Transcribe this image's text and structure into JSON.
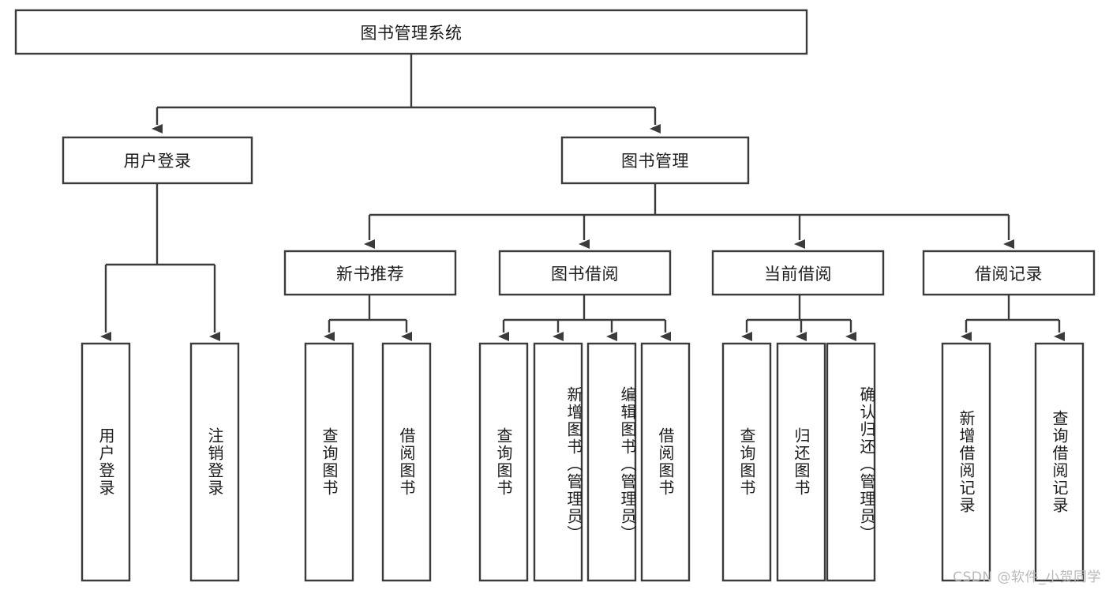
{
  "diagram": {
    "type": "tree",
    "title": "图书管理系统",
    "root": {
      "id": "root",
      "label": "图书管理系统",
      "orientation": "horizontal"
    },
    "levels": {
      "level1": [
        {
          "id": "user-login",
          "label": "用户登录",
          "orientation": "horizontal"
        },
        {
          "id": "book-management",
          "label": "图书管理",
          "orientation": "horizontal"
        }
      ],
      "level2": [
        {
          "id": "new-book-recommend",
          "label": "新书推荐",
          "orientation": "horizontal",
          "parent": "book-management"
        },
        {
          "id": "book-borrow",
          "label": "图书借阅",
          "orientation": "horizontal",
          "parent": "book-management"
        },
        {
          "id": "current-borrow",
          "label": "当前借阅",
          "orientation": "horizontal",
          "parent": "book-management"
        },
        {
          "id": "borrow-record",
          "label": "借阅记录",
          "orientation": "horizontal",
          "parent": "book-management"
        }
      ],
      "leaves": [
        {
          "id": "leaf-user-login",
          "label": "用户登录",
          "orientation": "vertical",
          "parent": "user-login"
        },
        {
          "id": "leaf-logout-login",
          "label": "注销登录",
          "orientation": "vertical",
          "parent": "user-login"
        },
        {
          "id": "leaf-query-book-1",
          "label": "查询图书",
          "orientation": "vertical",
          "parent": "new-book-recommend"
        },
        {
          "id": "leaf-borrow-book-1",
          "label": "借阅图书",
          "orientation": "vertical",
          "parent": "new-book-recommend"
        },
        {
          "id": "leaf-query-book-2",
          "label": "查询图书",
          "orientation": "vertical",
          "parent": "book-borrow"
        },
        {
          "id": "leaf-add-book",
          "label": "新增图书（管理员）",
          "orientation": "vertical",
          "parent": "book-borrow"
        },
        {
          "id": "leaf-edit-book",
          "label": "编辑图书（管理员）",
          "orientation": "vertical",
          "parent": "book-borrow"
        },
        {
          "id": "leaf-borrow-book-2",
          "label": "借阅图书",
          "orientation": "vertical",
          "parent": "book-borrow"
        },
        {
          "id": "leaf-query-book-3",
          "label": "查询图书",
          "orientation": "vertical",
          "parent": "current-borrow"
        },
        {
          "id": "leaf-return-book",
          "label": "归还图书",
          "orientation": "vertical",
          "parent": "current-borrow"
        },
        {
          "id": "leaf-confirm-return",
          "label": "确认归还（管理员）",
          "orientation": "vertical",
          "parent": "current-borrow"
        },
        {
          "id": "leaf-add-record",
          "label": "新增借阅记录",
          "orientation": "vertical",
          "parent": "borrow-record"
        },
        {
          "id": "leaf-query-record",
          "label": "查询借阅记录",
          "orientation": "vertical",
          "parent": "borrow-record"
        }
      ]
    },
    "colors": {
      "stroke": "#3b3b3b",
      "fill": "#ffffff",
      "text": "#1c1c1c",
      "watermark": "#b9b9b9",
      "background": "#ffffff"
    }
  },
  "watermark": {
    "text": "CSDN @软件_小贺同学"
  }
}
